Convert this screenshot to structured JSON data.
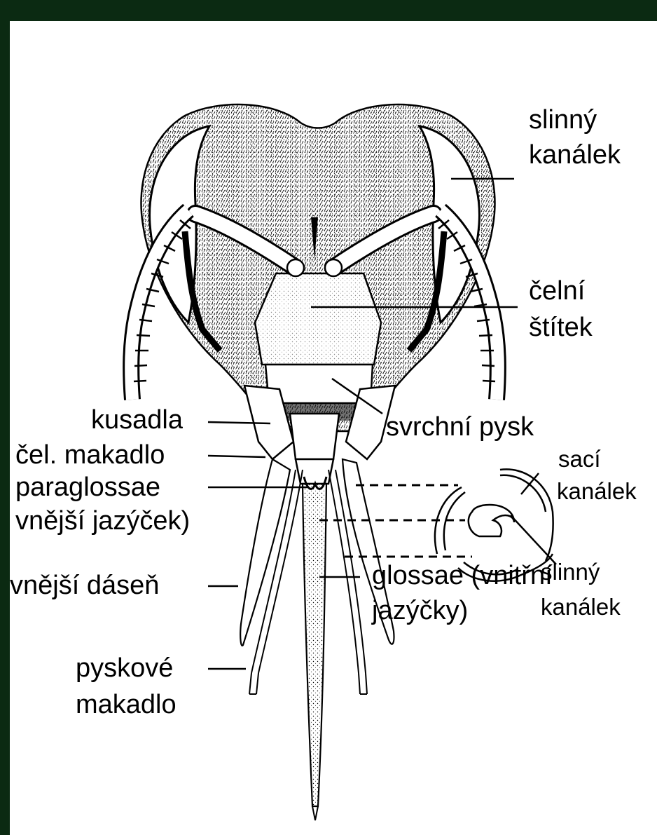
{
  "colors": {
    "frame": "#0b2a12",
    "paper": "#ffffff",
    "ink": "#000000"
  },
  "labels": {
    "slinny_kanalek_top_1": "slinný",
    "slinny_kanalek_top_2": "kanálek",
    "celni_stitek_1": "čelní",
    "celni_stitek_2": "štítek",
    "kusadla": "kusadla",
    "svrchni_pysk": "svrchní pysk",
    "cel_makadlo": "čel. makadlo",
    "saci_kanalek_1": "sací",
    "saci_kanalek_2": "kanálek",
    "paraglossae_1": "paraglossae",
    "paraglossae_2": "vnější jazýček)",
    "vnejsi_dasen": "vnější dáseň",
    "slinny_kanalek_cs_1": "slinný",
    "slinny_kanalek_cs_2": "kanálek",
    "pyskove_makadlo_1": "pyskové",
    "pyskove_makadlo_2": "makadlo",
    "glossae_1": "glossae (vnitřní",
    "glossae_2": "jazýčky)"
  }
}
